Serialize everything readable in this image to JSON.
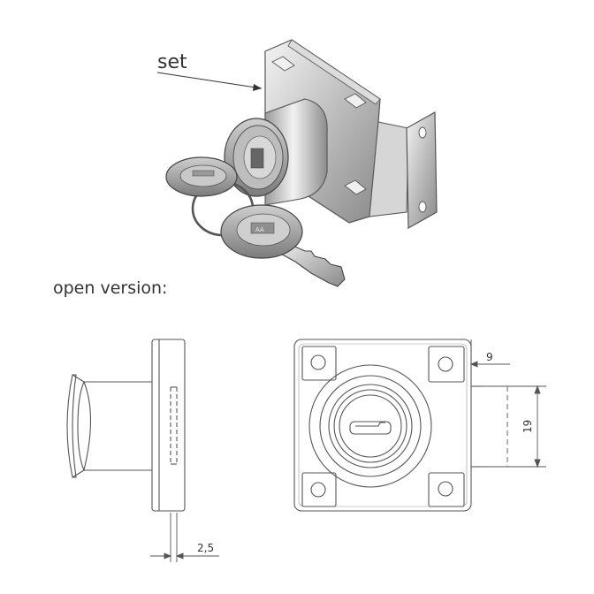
{
  "labels": {
    "part_callout": "set",
    "open_version": "open version:"
  },
  "dimensions": {
    "plate_offset": "2,5",
    "edge_offset": "9",
    "slot_spacing": "19"
  }
}
